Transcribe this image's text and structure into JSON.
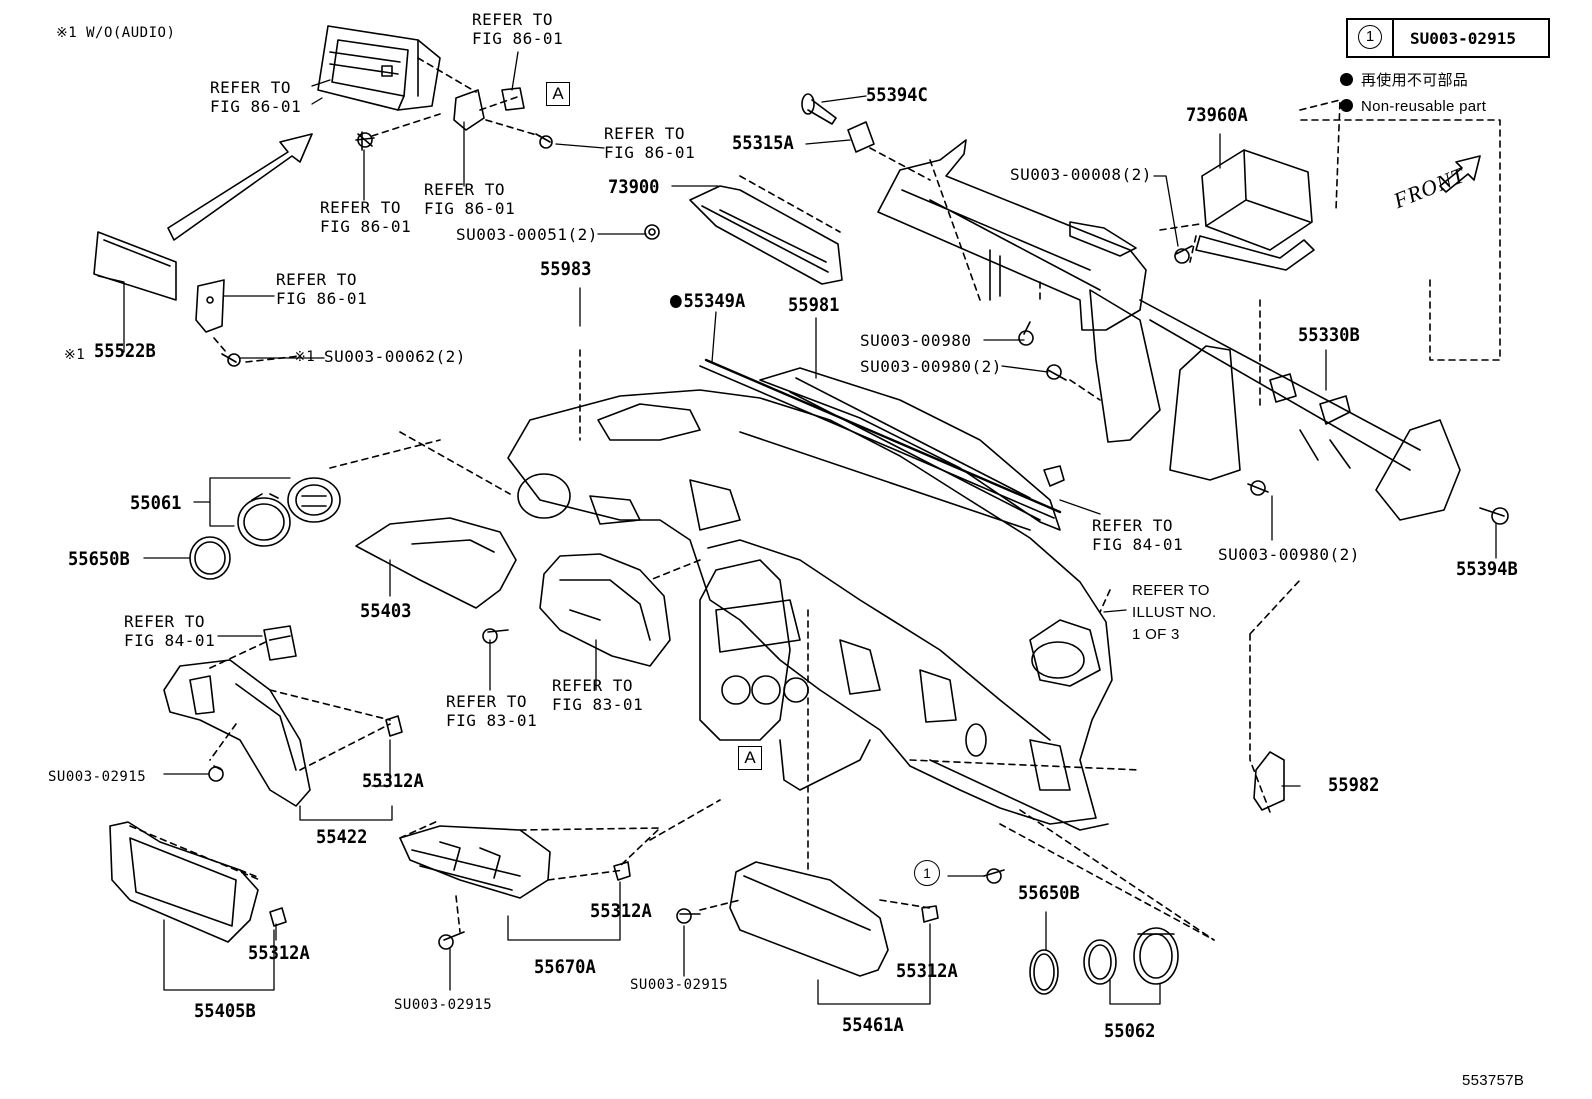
{
  "note": "※1 W/O(AUDIO)",
  "legend": {
    "circle_number": "1",
    "code": "SU003-02915",
    "non_reusable_jp": "再使用不可部品",
    "non_reusable_en": "Non-reusable part"
  },
  "front_label": "FRONT",
  "illustration_id": "553757B",
  "marker_a": "A",
  "circle_ref": "1",
  "labels": {
    "refer_86_01_a": [
      "REFER TO",
      "FIG 86-01"
    ],
    "refer_86_01_b": [
      "REFER TO",
      "FIG 86-01"
    ],
    "refer_86_01_c": [
      "REFER TO",
      "FIG 86-01"
    ],
    "refer_86_01_d": [
      "REFER TO",
      "FIG 86-01"
    ],
    "refer_86_01_e": [
      "REFER TO",
      "FIG 86-01"
    ],
    "refer_86_01_f": [
      "REFER TO",
      "FIG 86-01"
    ],
    "refer_84_01_a": [
      "REFER TO",
      "FIG 84-01"
    ],
    "refer_84_01_b": [
      "REFER TO",
      "FIG 84-01"
    ],
    "refer_83_01_a": [
      "REFER TO",
      "FIG 83-01"
    ],
    "refer_83_01_b": [
      "REFER TO",
      "FIG 83-01"
    ],
    "refer_illust": [
      "REFER TO",
      "ILLUST NO.",
      "1 OF 3"
    ]
  },
  "parts": {
    "p55522B": "55522B",
    "p55522B_mark": "※1",
    "p00062": "SU003-00062(2)",
    "p00062_mark": "※1",
    "p55394C": "55394C",
    "p55315A": "55315A",
    "p73900": "73900",
    "p00051": "SU003-00051(2)",
    "p00008": "SU003-00008(2)",
    "p73960A": "73960A",
    "p55983": "55983",
    "p55349A": "55349A",
    "p55981": "55981",
    "p00980a": "SU003-00980",
    "p00980b": "SU003-00980(2)",
    "p55330B": "55330B",
    "p55061": "55061",
    "p55650B_a": "55650B",
    "p55403": "55403",
    "p00980c": "SU003-00980(2)",
    "p55394B": "55394B",
    "p02915_a": "SU003-02915",
    "p55312A_a": "55312A",
    "p55422": "55422",
    "p55982": "55982",
    "p55312A_b": "55312A",
    "p55312A_c": "55312A",
    "p55312A_d": "55312A",
    "p55650B_b": "55650B",
    "p55405B": "55405B",
    "p55670A": "55670A",
    "p02915_b": "SU003-02915",
    "p02915_c": "SU003-02915",
    "p55461A": "55461A",
    "p55062": "55062"
  }
}
